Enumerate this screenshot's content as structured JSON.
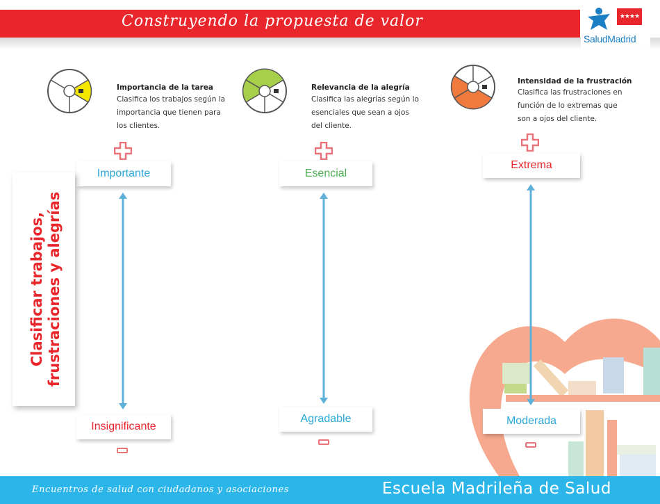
{
  "header": {
    "title": "Construyendo la propuesta de valor"
  },
  "logo": {
    "text": "SaludMadrid",
    "flag_stars": "★★★★"
  },
  "side_label": {
    "text": "Clasificar trabajos, frustraciones y alegrías"
  },
  "columns": [
    {
      "heading": "Importancia de la tarea",
      "description": "Clasifica los trabajos según la importancia que tienen para los clientes.",
      "top_label": "Importante",
      "bottom_label": "Insignificante",
      "top_color": "#2aa8d8",
      "bottom_color": "#e8262b",
      "icon_fill": "#f5e600"
    },
    {
      "heading": "Relevancia de la alegría",
      "description": "Clasifica las alegrías según lo esenciales que sean a ojos del cliente.",
      "top_label": "Esencial",
      "bottom_label": "Agradable",
      "top_color": "#4caf50",
      "bottom_color": "#2aa8d8",
      "icon_fill": "#a6cf4a"
    },
    {
      "heading": "Intensidad de la frustración",
      "description": "Clasifica las frustraciones en función de lo extremas que son a ojos del cliente.",
      "top_label": "Extrema",
      "bottom_label": "Moderada",
      "top_color": "#e8262b",
      "bottom_color": "#2aa8d8",
      "icon_fill": "#f07a3e"
    }
  ],
  "footer": {
    "left_text": "Encuentros de salud con ciudadanos y asociaciones",
    "right_text": "Escuela Madrileña de Salud"
  },
  "colors": {
    "red": "#e8262b",
    "blue": "#2cb5e9",
    "arrow": "#5fb0d8",
    "plus_minus": "#e9737a"
  }
}
